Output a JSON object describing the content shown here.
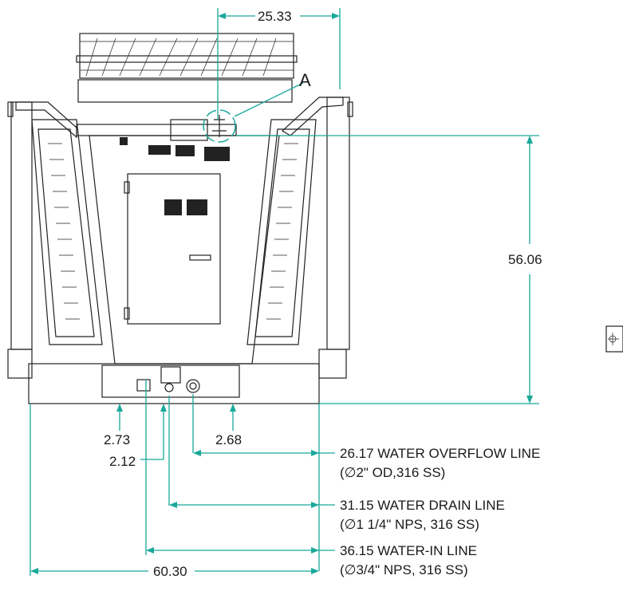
{
  "drawing": {
    "dimensions": {
      "top_offset": "25.33",
      "height": "56.06",
      "overall_width": "60.30",
      "left_a": "2.73",
      "left_b": "2.12",
      "center_offset": "2.68"
    },
    "detail_label": "A",
    "callouts": [
      {
        "value_line": "26.17  WATER OVERFLOW LINE",
        "spec_line": "(∅2\" OD,316 SS)"
      },
      {
        "value_line": "31.15  WATER DRAIN LINE",
        "spec_line": "(∅1 1/4\" NPS, 316 SS)"
      },
      {
        "value_line": "36.15  WATER-IN LINE",
        "spec_line": "(∅3/4\" NPS, 316 SS)"
      }
    ]
  },
  "colors": {
    "dimension_line": "#1aa89a",
    "linework": "#222222",
    "background": "#ffffff"
  }
}
